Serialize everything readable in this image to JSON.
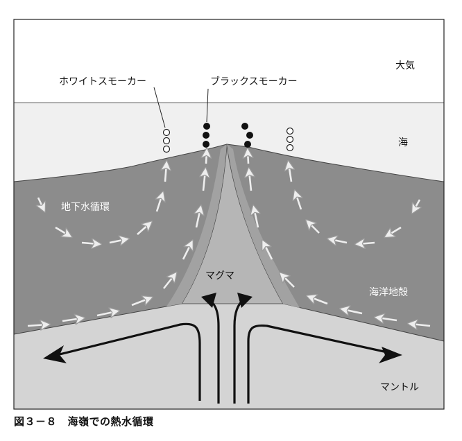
{
  "labels": {
    "atmosphere": "大気",
    "sea": "海",
    "white_smoker": "ホワイトスモーカー",
    "black_smoker": "ブラックスモーカー",
    "groundwater": "地下水循環",
    "magma": "マグマ",
    "oceanic_crust": "海洋地殻",
    "mantle": "マントル"
  },
  "caption": "図３－８　海嶺での熱水循環",
  "colors": {
    "atmosphere": "#ffffff",
    "sea": "#f0f0f0",
    "crust": "#8c8c8c",
    "crust_inner": "#a2a2a2",
    "magma": "#b6b6b6",
    "mantle": "#d4d4d4",
    "mantle_arrow": "#111111",
    "water_arrow": "#eeeeee"
  },
  "icons": [
    "white-smoker-bubble-icon",
    "black-smoker-particle-icon",
    "water-flow-arrow-icon",
    "mantle-flow-arrow-icon"
  ]
}
